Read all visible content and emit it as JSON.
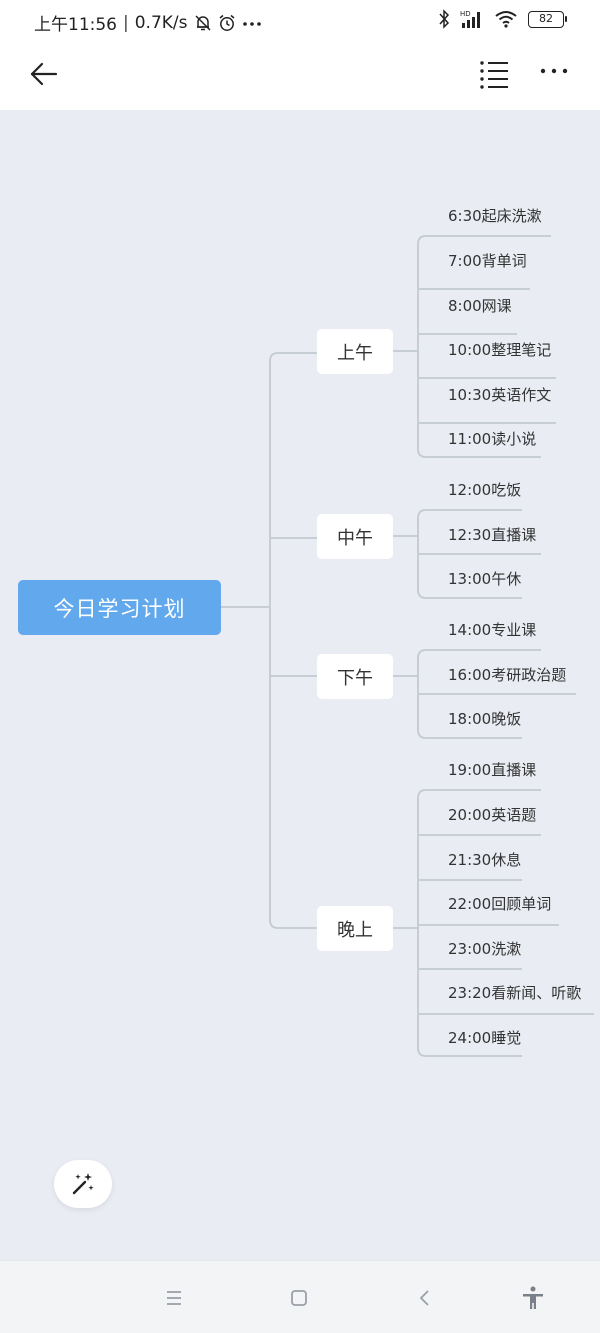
{
  "status_bar": {
    "time": "上午11:56",
    "network_speed": "0.7K/s",
    "battery_level": "82",
    "icons": [
      "bell-muted-icon",
      "alarm-icon",
      "more-dots-icon",
      "bluetooth-icon",
      "hd-signal-icon",
      "wifi-icon",
      "battery-icon"
    ]
  },
  "app_bar": {
    "icons": [
      "back-arrow-icon",
      "outline-list-icon",
      "more-horizontal-icon"
    ]
  },
  "mindmap": {
    "root": "今日学习计划",
    "branches": [
      {
        "label": "上午",
        "children": [
          "6:30起床洗漱",
          "7:00背单词",
          "8:00网课",
          "10:00整理笔记",
          "10:30英语作文",
          "11:00读小说"
        ]
      },
      {
        "label": "中午",
        "children": [
          "12:00吃饭",
          "12:30直播课",
          "13:00午休"
        ]
      },
      {
        "label": "下午",
        "children": [
          "14:00专业课",
          "16:00考研政治题",
          "18:00晚饭"
        ]
      },
      {
        "label": "晚上",
        "children": [
          "19:00直播课",
          "20:00英语题",
          "21:30休息",
          "22:00回顾单词",
          "23:00洗漱",
          "23:20看新闻、听歌",
          "24:00睡觉"
        ]
      }
    ]
  },
  "floating": {
    "icon": "magic-wand-icon"
  },
  "nav_bar": {
    "icons": [
      "menu-icon",
      "home-square-icon",
      "back-chevron-icon",
      "accessibility-icon"
    ]
  },
  "colors": {
    "root_fill": "#62a8ec",
    "canvas_bg": "#e9edf3",
    "connector": "#c4c9d1"
  }
}
